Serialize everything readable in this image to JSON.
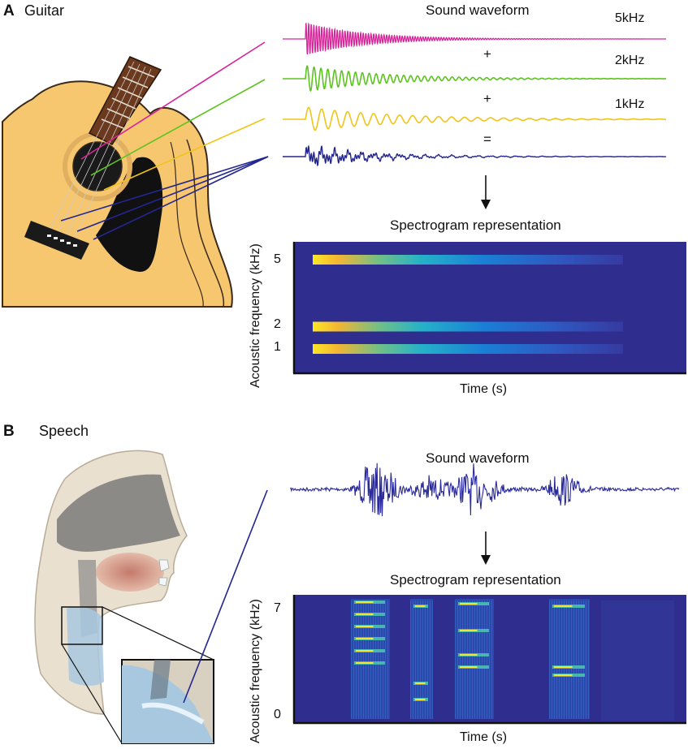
{
  "panel_a": {
    "letter": "A",
    "title": "Guitar",
    "waveform_title": "Sound waveform",
    "components": [
      {
        "label": "5kHz",
        "color": "#d6259a",
        "operator": "+"
      },
      {
        "label": "2kHz",
        "color": "#5cc41f",
        "operator": "+"
      },
      {
        "label": "1kHz",
        "color": "#f0c419",
        "operator": "="
      },
      {
        "label": "",
        "color": "#24268f",
        "operator": ""
      }
    ],
    "spectrogram_title": "Spectrogram representation",
    "y_axis_label": "Acoustic frequency (kHz)",
    "x_axis_label": "Time (s)",
    "y_ticks": [
      "5",
      "2",
      "1"
    ],
    "bar_frequencies_khz": [
      5,
      2,
      1
    ]
  },
  "panel_b": {
    "letter": "B",
    "title": "Speech",
    "waveform_title": "Sound waveform",
    "spectrogram_title": "Spectrogram representation",
    "y_axis_label": "Acoustic frequency (kHz)",
    "x_axis_label": "Time (s)",
    "y_ticks": [
      "7",
      "0"
    ]
  },
  "colors": {
    "spectrogram_bg": "#2f2d8e",
    "waveform_speech": "#2a2a9a",
    "guitar_body": "#f7c770",
    "guitar_outline": "#3a2a1a",
    "pickguard": "#111111",
    "neck": "#6b3a1e"
  }
}
